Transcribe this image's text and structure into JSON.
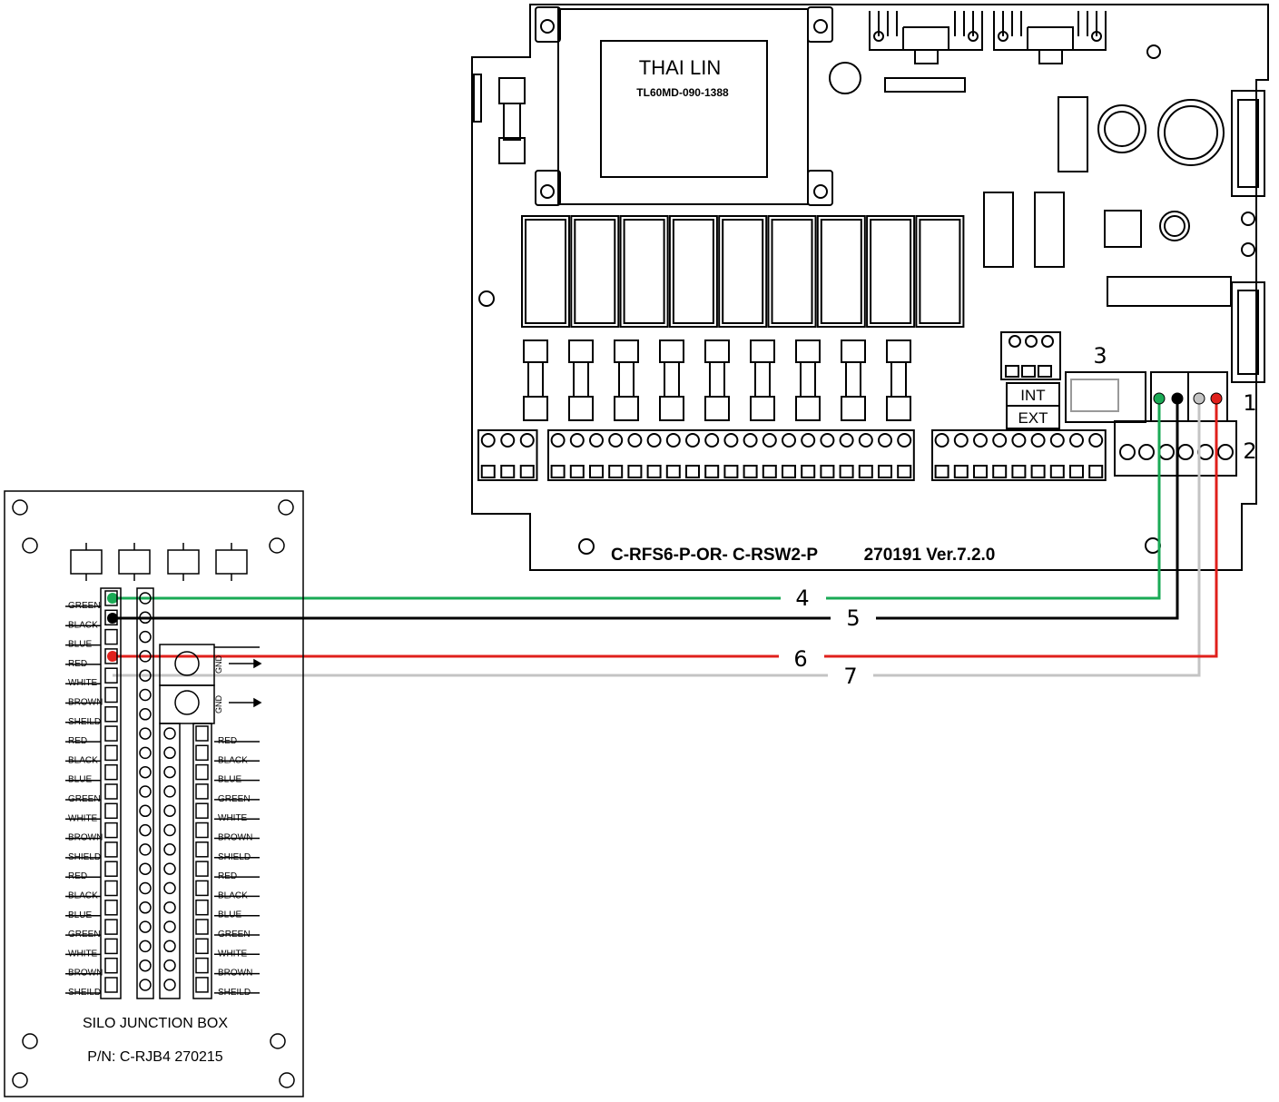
{
  "controller": {
    "transformer_brand": "THAI  LIN",
    "transformer_model": "TL60MD-090-1388",
    "board_label": "C-RFS6-P-OR- C-RSW2-P",
    "board_version": "270191 Ver.7.2.0",
    "switch_labels": [
      "INT",
      "EXT"
    ]
  },
  "junction_box": {
    "title": "SILO JUNCTION BOX",
    "part_number": "P/N: C-RJB4   270215",
    "gnd_label": "GND",
    "left_labels": [
      "GREEN",
      "BLACK",
      "BLUE",
      "RED",
      "WHITE",
      "BROWN",
      "SHEILD",
      "RED",
      "BLACK",
      "BLUE",
      "GREEN",
      "WHITE",
      "BROWN",
      "SHIELD",
      "RED",
      "BLACK",
      "BLUE",
      "GREEN",
      "WHITE",
      "BROWN",
      "SHEILD"
    ],
    "right_labels": [
      "RED",
      "BLACK",
      "BLUE",
      "GREEN",
      "WHITE",
      "BROWN",
      "SHIELD",
      "RED",
      "BLACK",
      "BLUE",
      "GREEN",
      "WHITE",
      "BROWN",
      "SHEILD"
    ]
  },
  "callouts": [
    "1",
    "2",
    "3",
    "4",
    "5",
    "6",
    "7"
  ],
  "wire_colors": {
    "green": "#1aaa55",
    "black": "#000000",
    "red": "#e0201c",
    "white": "#c4c4c4"
  }
}
